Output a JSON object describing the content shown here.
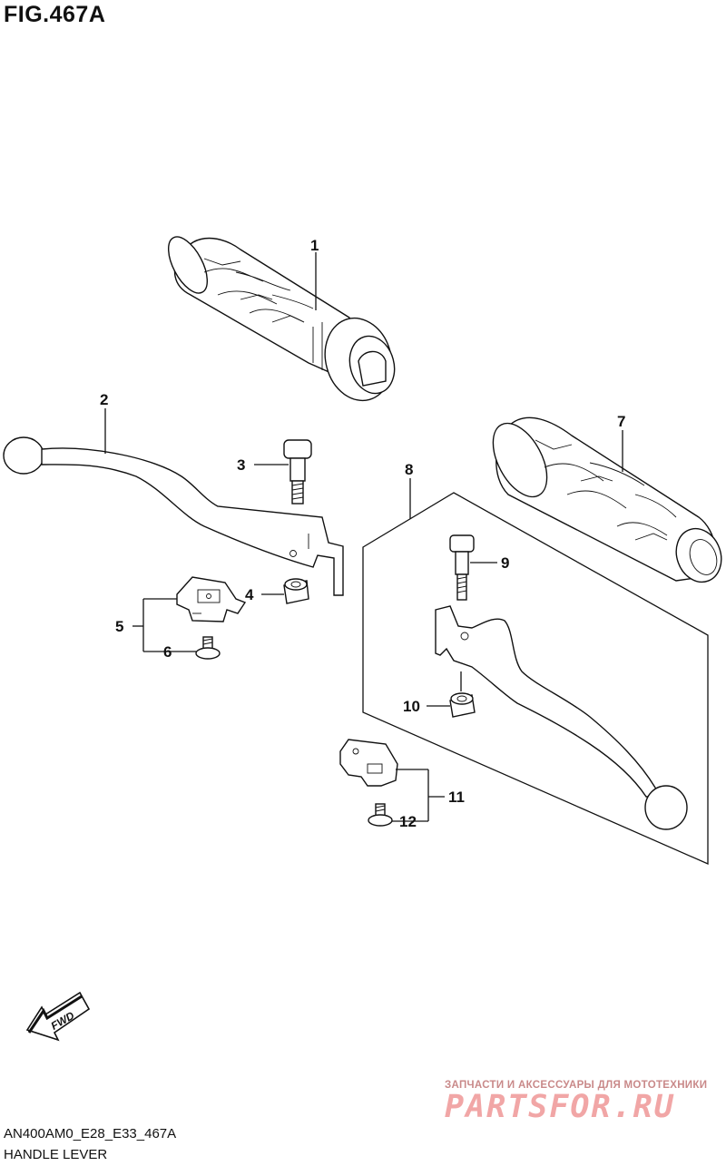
{
  "figure": {
    "title": "FIG.467A"
  },
  "callouts": {
    "c1": "1",
    "c2": "2",
    "c3": "3",
    "c4": "4",
    "c5": "5",
    "c6": "6",
    "c7": "7",
    "c8": "8",
    "c9": "9",
    "c10": "10",
    "c11": "11",
    "c12": "12"
  },
  "fwd": {
    "label": "FWD"
  },
  "footer": {
    "code": "AN400AM0_E28_E33_467A",
    "caption": "HANDLE LEVER"
  },
  "watermark": {
    "tagline": "ЗАПЧАСТИ И АКСЕССУАРЫ ДЛЯ МОТОТЕХНИКИ",
    "logo": "PARTSFOR.RU"
  }
}
